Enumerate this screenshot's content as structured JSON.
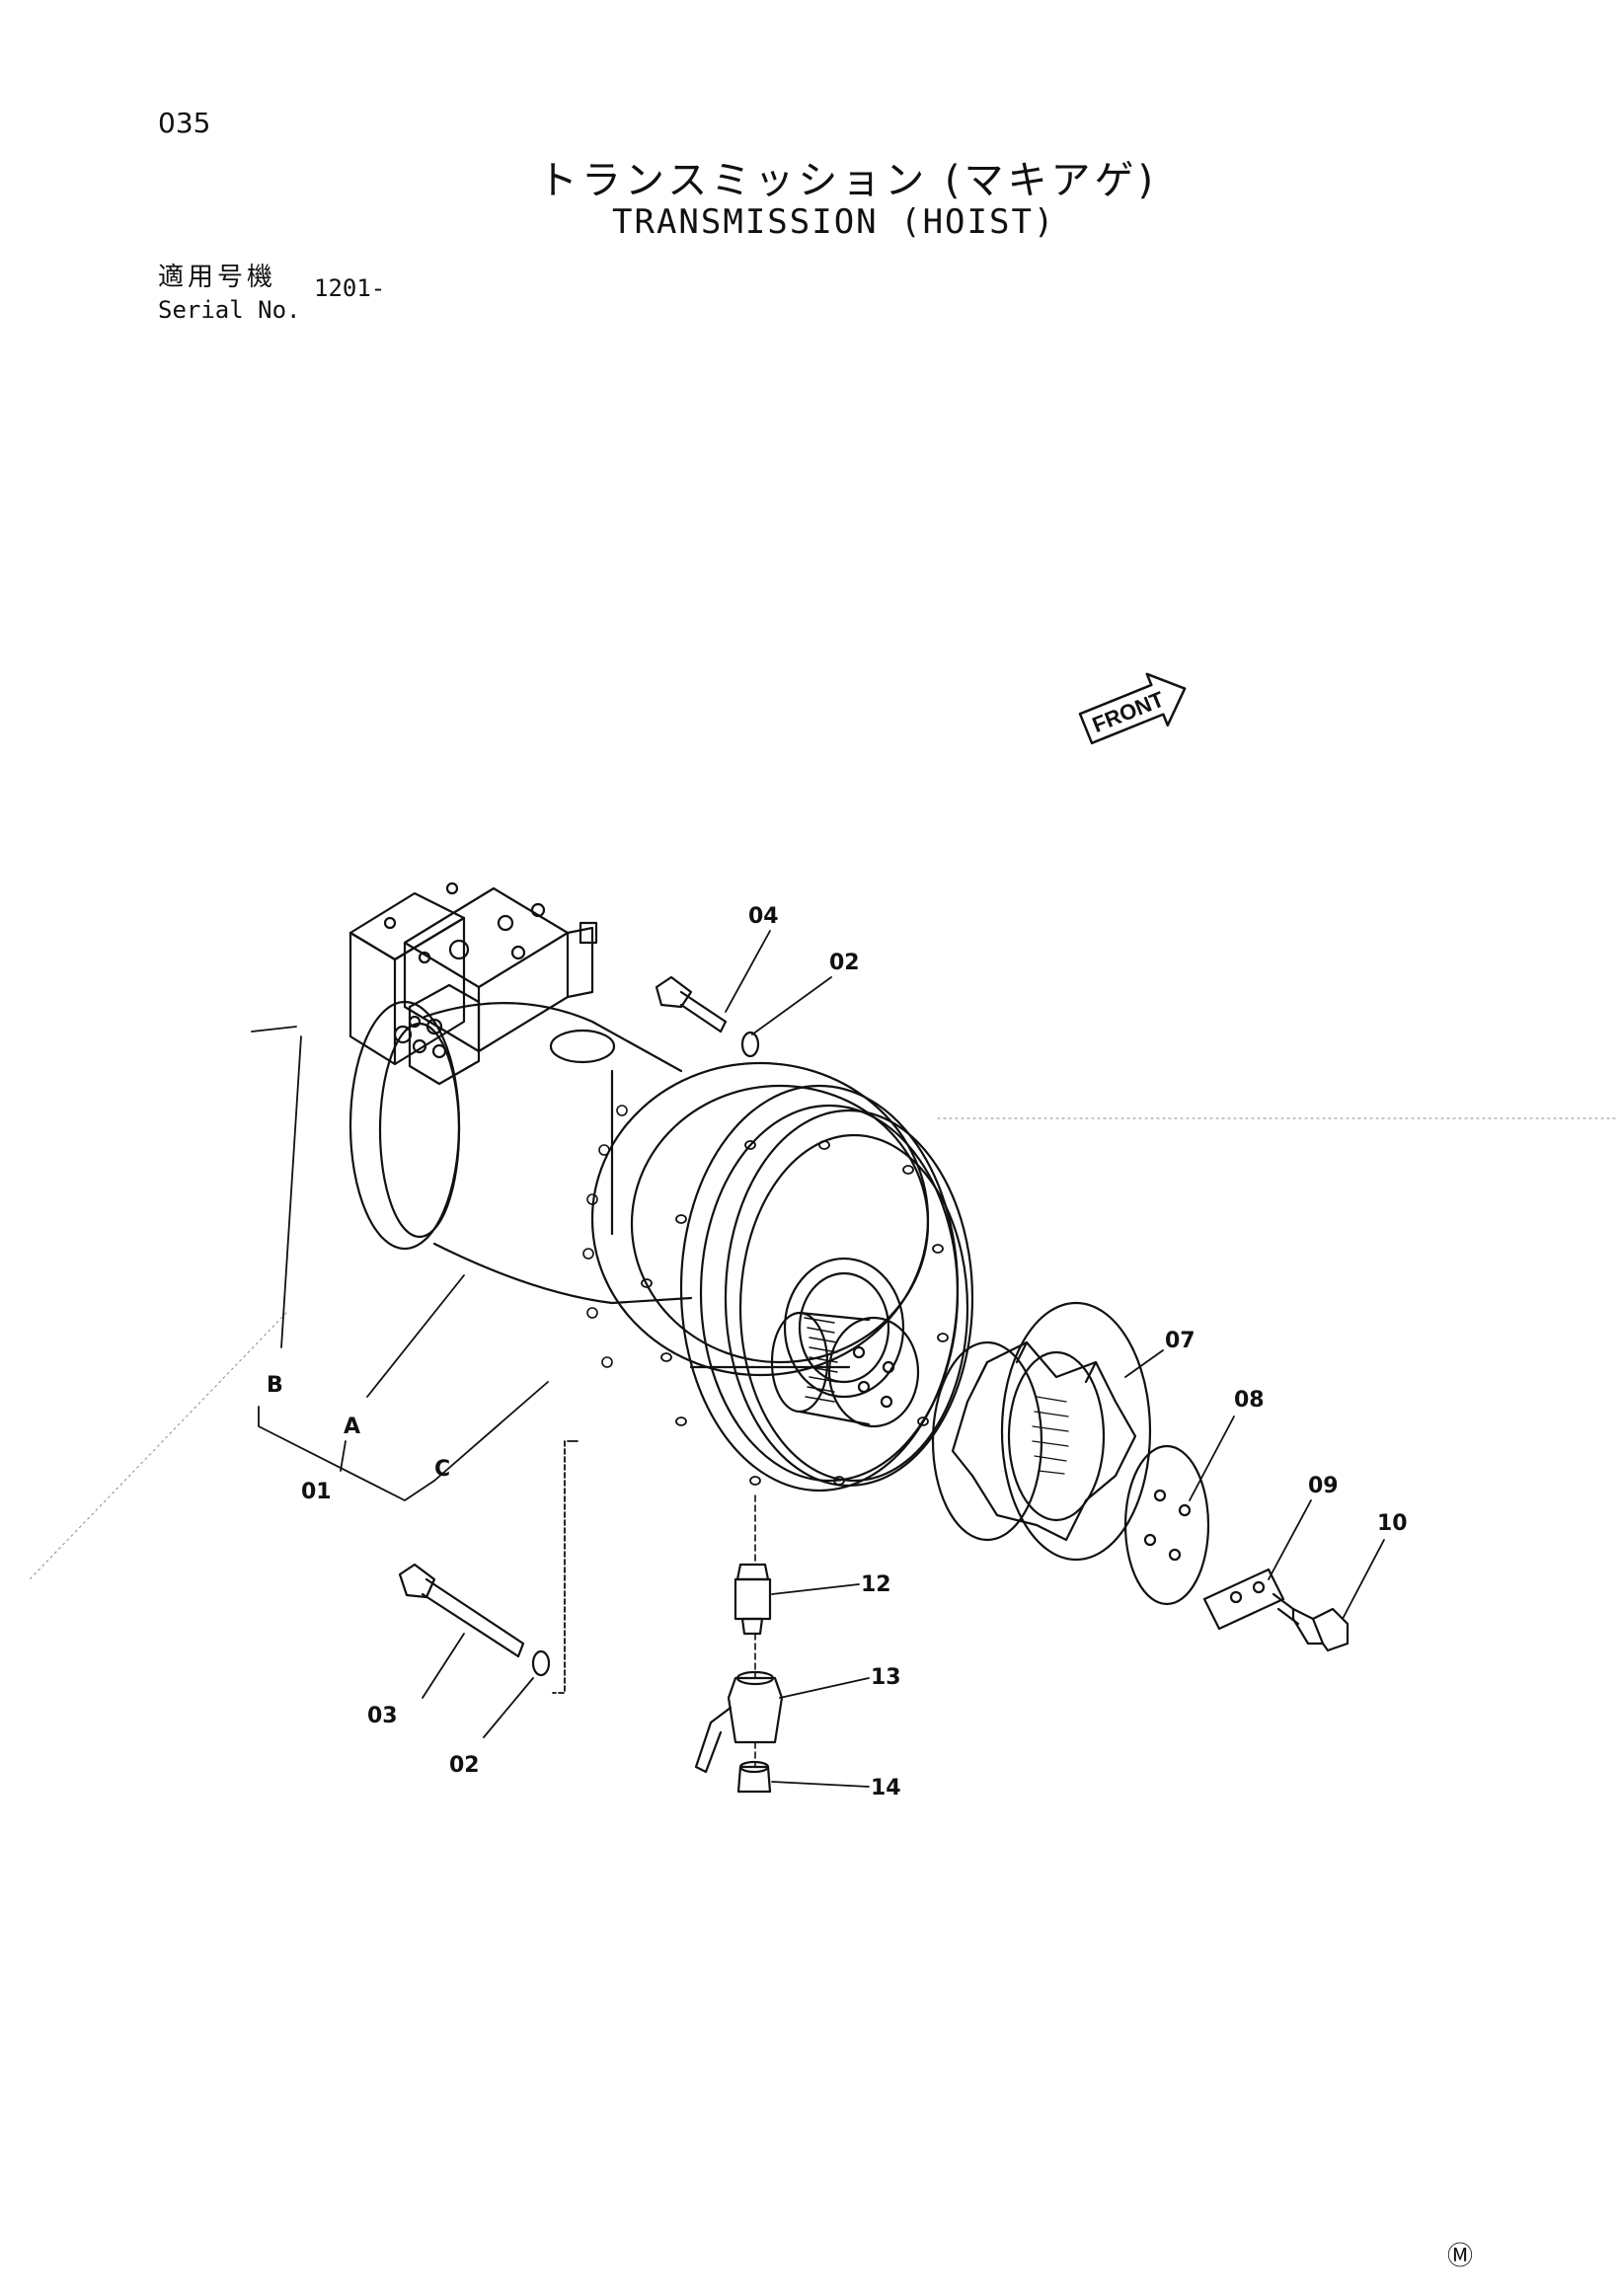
{
  "page": {
    "number": "035",
    "title_jp": "トランスミッション (マキアゲ)",
    "title_en": "TRANSMISSION (HOIST)",
    "serial_label_jp": "適用号機",
    "serial_label_en": "Serial No.",
    "serial_value": "1201-"
  },
  "diagram": {
    "front_label": "FRONT",
    "callouts": {
      "p01": "01",
      "p02a": "02",
      "p02b": "02",
      "p03": "03",
      "p04": "04",
      "p07": "07",
      "p08": "08",
      "p09": "09",
      "p10": "10",
      "p12": "12",
      "p13": "13",
      "p14": "14",
      "a": "A",
      "b": "B",
      "c": "C"
    }
  },
  "footer": {
    "mark": "Ⓜ"
  }
}
